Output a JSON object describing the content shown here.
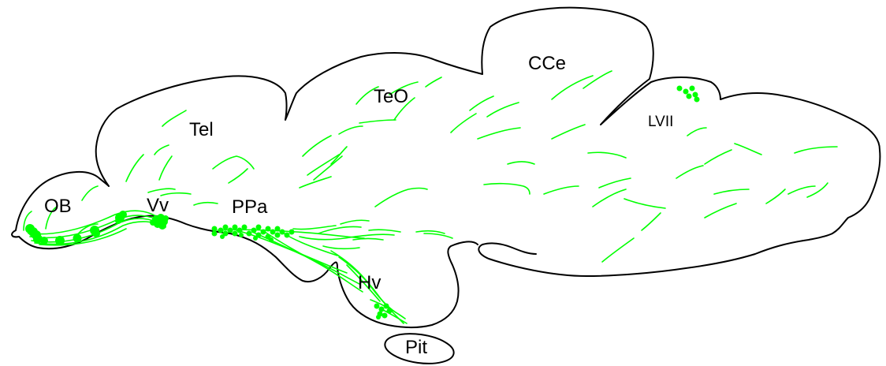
{
  "colors": {
    "outline": "#000000",
    "label_color": "#00ff00",
    "background": "#ffffff"
  },
  "labels": {
    "ob": "OB",
    "vv": "Vv",
    "tel": "Tel",
    "ppa": "PPa",
    "teo": "TeO",
    "cce": "CCe",
    "lvii": "LVII",
    "hv": "Hv",
    "pit": "Pit"
  }
}
